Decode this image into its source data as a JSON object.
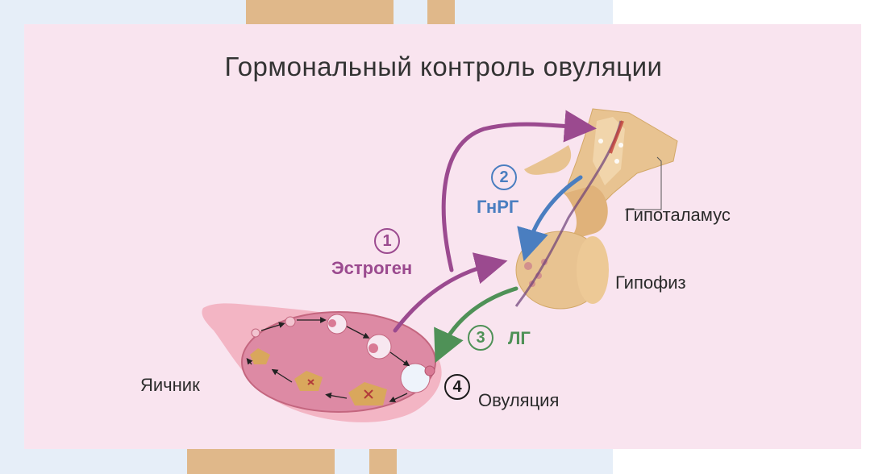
{
  "title": "Гормональный контроль овуляции",
  "steps": {
    "estrogen": {
      "number": "1",
      "label": "Эстроген"
    },
    "gnrh": {
      "number": "2",
      "label": "ГнРГ"
    },
    "lh": {
      "number": "3",
      "label": "ЛГ"
    },
    "ovulation": {
      "number": "4",
      "label": "Овуляция"
    }
  },
  "labels": {
    "hypothalamus": "Гипоталамус",
    "pituitary": "Гипофиз",
    "ovary": "Яичник"
  },
  "colors": {
    "panel": "#f9e4ef",
    "estrogen": "#9b4a8f",
    "gnrh": "#4a7ec0",
    "lh": "#4f9157",
    "ovulation": "#1a1a1a",
    "tissue": "#e8c391",
    "ovary": "#dd8aa4"
  }
}
